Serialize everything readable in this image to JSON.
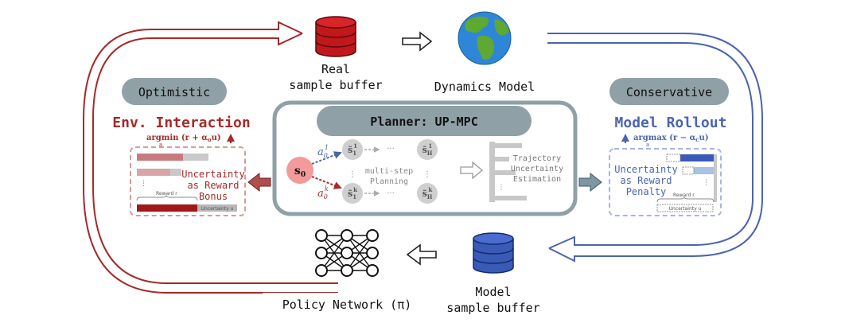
{
  "real_buffer": {
    "line1": "Real",
    "line2": "sample buffer"
  },
  "dynamics_model": "Dynamics Model",
  "optimistic": {
    "pill": "Optimistic",
    "title": "Env. Interaction",
    "formula_main": "argmin (r + α",
    "formula_sub": "o",
    "formula_tail": "u)",
    "formula_under": "a",
    "box_line1": "Uncertainty",
    "box_line2": "as Reward",
    "box_line3": "Bonus",
    "reward_label": "Reward r",
    "uncertainty_label": "Uncertainty u"
  },
  "conservative": {
    "pill": "Conservative",
    "title": "Model Rollout",
    "formula_main": "argmax (r − α",
    "formula_sub": "c",
    "formula_tail": "u)",
    "formula_under": "a",
    "box_line1": "Uncertainty",
    "box_line2": "as Reward",
    "box_line3": "Penalty",
    "reward_label": "Reward r",
    "uncertainty_label": "Uncertainty u"
  },
  "planner": {
    "title": "Planner: UP-MPC",
    "s0": "s",
    "s0_sub": "0",
    "a_top": "a",
    "a_top_sub": "0",
    "a_top_sup": "1",
    "a_bot": "a",
    "a_bot_sub": "0",
    "a_bot_sup": "k",
    "node_s": "s̃",
    "node_sub1": "1",
    "node_subH": "H",
    "node_sup1": "1",
    "node_supk": "k",
    "dots": "···",
    "vdots": "⋮",
    "multistep1": "multi-step",
    "multistep2": "Planning",
    "traj1": "Trajectory",
    "traj2": "Uncertainty",
    "traj3": "Estimation"
  },
  "policy_network": "Policy Network (π)",
  "model_buffer": {
    "line1": "Model",
    "line2": "sample buffer"
  },
  "colors": {
    "red": "#a52a2a",
    "blue": "#4a64b0",
    "pill_gray": "#8fa0a6",
    "panel_border": "#8fa0a6",
    "node_gray": "#cfcfcf",
    "s0_pink": "#f39a9a",
    "db_red": "#c0181d",
    "db_blue": "#3a5ab8",
    "globe_blue": "#2e86d8",
    "globe_green": "#5fa832"
  }
}
